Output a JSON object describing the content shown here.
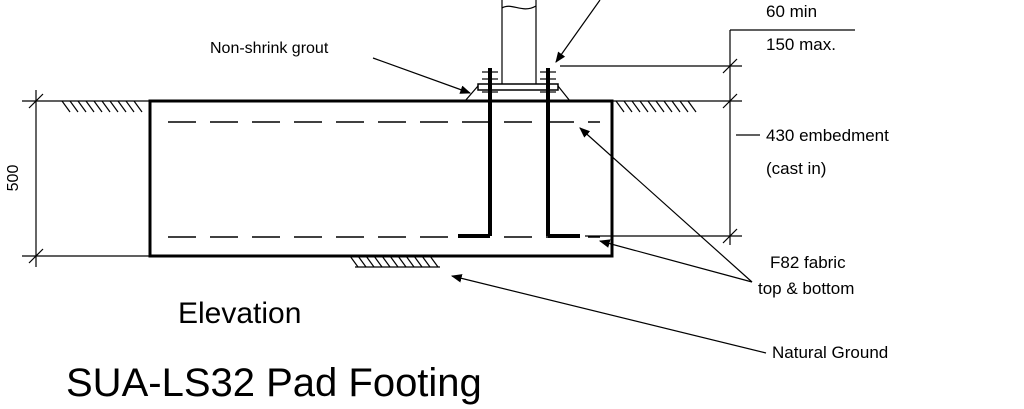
{
  "labels": {
    "non_shrink_grout": "Non-shrink grout",
    "dim_60_min": "60 min",
    "dim_150_max": "150 max.",
    "embedment_line1": "430 embedment",
    "embedment_line2": "(cast in)",
    "dim_500": "500",
    "fabric_line1": "F82 fabric",
    "fabric_line2": "top & bottom",
    "natural_ground": "Natural Ground",
    "view_label": "Elevation",
    "title": "SUA-LS32 Pad Footing"
  },
  "colors": {
    "line": "#000000",
    "background": "#ffffff"
  }
}
